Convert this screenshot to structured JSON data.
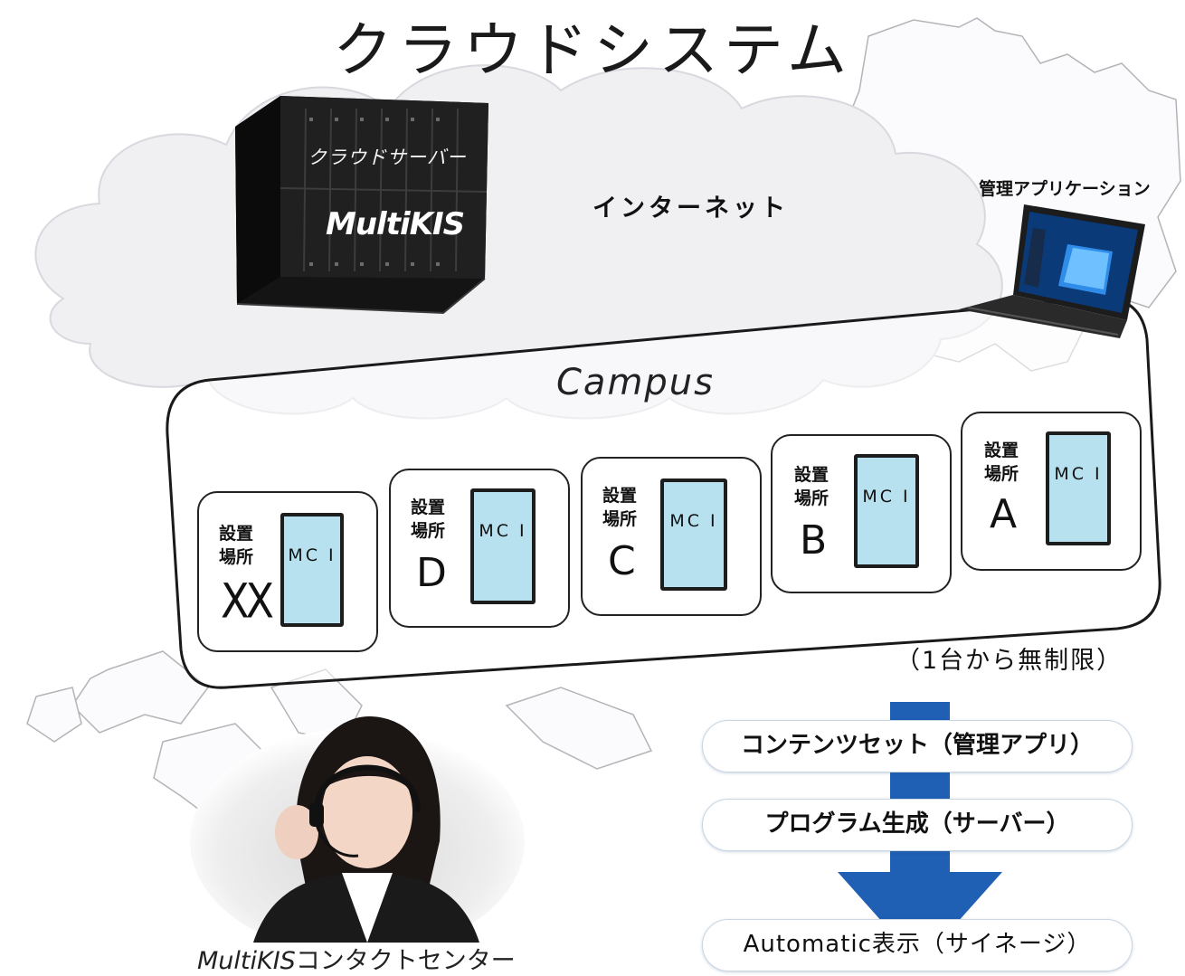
{
  "title": "クラウドシステム",
  "cloud": {
    "label": "インターネット",
    "server": {
      "label_top": "クラウドサーバー",
      "label_brand": "MultiKIS"
    }
  },
  "laptop": {
    "label": "管理アプリケーション"
  },
  "campus": {
    "title": "Campus",
    "location_label": "設置場所",
    "device_label": "MC I",
    "locations": [
      {
        "label_line1": "設置",
        "label_line2": "場所",
        "id": "XX"
      },
      {
        "label_line1": "設置",
        "label_line2": "場所",
        "id": "D"
      },
      {
        "label_line1": "設置",
        "label_line2": "場所",
        "id": "C"
      },
      {
        "label_line1": "設置",
        "label_line2": "場所",
        "id": "B"
      },
      {
        "label_line1": "設置",
        "label_line2": "場所",
        "id": "A"
      }
    ],
    "note": "（1台から無制限）"
  },
  "flow": {
    "steps": [
      {
        "label": "コンテンツセット（管理アプリ）"
      },
      {
        "label": "プログラム生成（サーバー）"
      },
      {
        "label": "Automatic表示（サイネージ）"
      }
    ],
    "arrow_color": "#1f5fb4"
  },
  "contact": {
    "brand": "MultiKIS",
    "label": "コンタクトセンター"
  },
  "colors": {
    "device_screen": "#b8e1ef",
    "cloud_fill": "#f1f1f4",
    "map_outline": "#b0b0b0"
  }
}
